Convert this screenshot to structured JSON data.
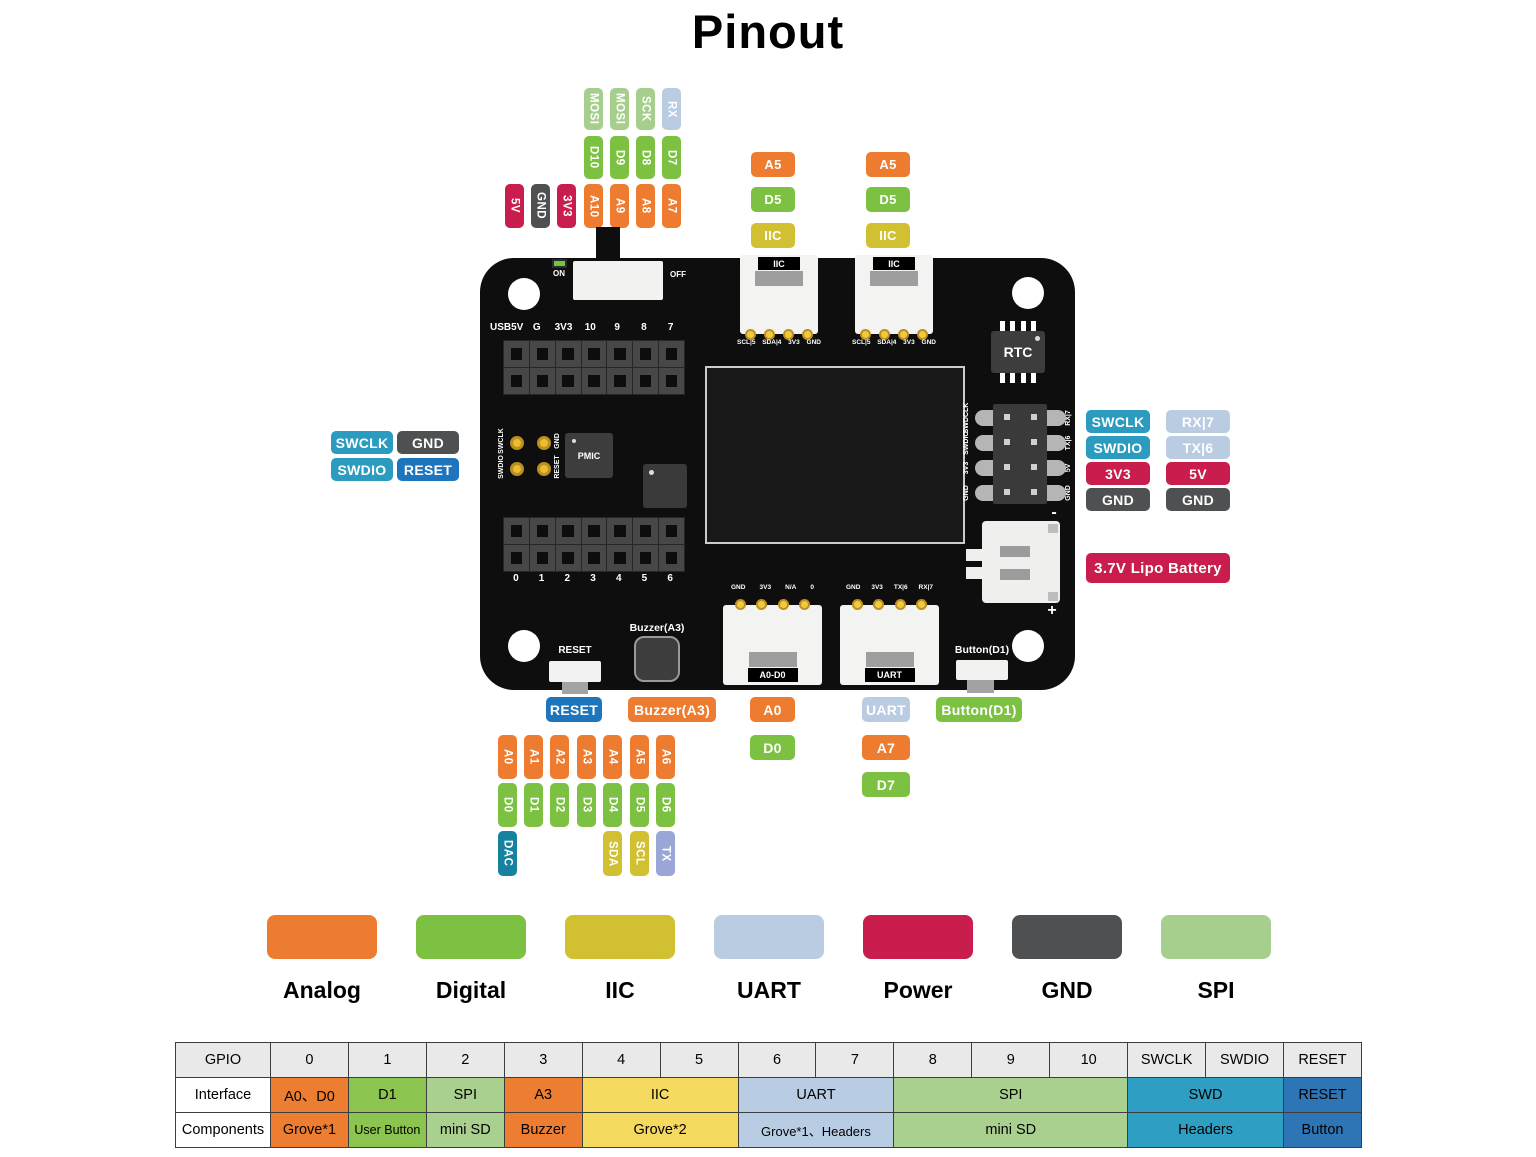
{
  "title": "Pinout",
  "colors": {
    "analog": "#ED7C31",
    "digital": "#7CC142",
    "iic": "#D2C033",
    "uart": "#B9CCE2",
    "power": "#C91D4D",
    "gnd": "#4F5051",
    "spi": "#A6CF8E",
    "swd": "#2B9CBF",
    "reset": "#1D76BD",
    "dac": "#16829F",
    "tx": "#9AA6D6",
    "board": "#0E0E0E",
    "table_orange": "#ED7D31",
    "table_green": "#8BC550",
    "table_lightgreen": "#A9D08E",
    "table_yellow": "#F6DA60",
    "table_blue": "#B8CCE4",
    "table_teal": "#2E9FC2",
    "table_navy": "#2E75B6",
    "table_header": "#E9E9E9"
  },
  "top_pins": {
    "row1": [
      "MOSI",
      "MOSI",
      "SCK",
      "RX"
    ],
    "row2": [
      "D10",
      "D9",
      "D8",
      "D7"
    ],
    "row3": [
      "5V",
      "GND",
      "3V3",
      "A10",
      "A9",
      "A8",
      "A7"
    ]
  },
  "iic_stack": {
    "a5": "A5",
    "d5": "D5",
    "iic": "IIC"
  },
  "board": {
    "switch_on": "ON",
    "switch_off": "OFF",
    "header_top_labels": [
      "USB5V",
      "G",
      "3V3",
      "10",
      "9",
      "8",
      "7"
    ],
    "header_bottom_labels": [
      "0",
      "1",
      "2",
      "3",
      "4",
      "5",
      "6"
    ],
    "swd_pad_labels": [
      "SWCLK",
      "GND",
      "SWDIO",
      "RESET"
    ],
    "pmic": "PMIC",
    "rtc": "RTC",
    "iic_connector_label": "IIC",
    "iic_pin_labels": [
      "SCL|5",
      "SDA|4",
      "3V3",
      "GND"
    ],
    "a0_connector": {
      "label": "A0-D0",
      "pins": [
        "GND",
        "3V3",
        "N/A",
        "0"
      ]
    },
    "uart_connector": {
      "label": "UART",
      "pins": [
        "GND",
        "3V3",
        "TX|6",
        "RX|7"
      ]
    },
    "right_header": {
      "left": [
        "SWDCLK",
        "SWDIO",
        "3V3",
        "GND"
      ],
      "right": [
        "RX|7",
        "TX|6",
        "5V",
        "GND"
      ]
    },
    "reset_label": "RESET",
    "buzzer_label": "Buzzer(A3)",
    "button_label": "Button(D1)",
    "battery_minus": "-",
    "battery_plus": "+"
  },
  "left_pills": [
    "SWCLK",
    "GND",
    "SWDIO",
    "RESET"
  ],
  "right_pills": [
    "SWCLK",
    "RX|7",
    "SWDIO",
    "TX|6",
    "3V3",
    "5V",
    "GND",
    "GND"
  ],
  "battery_pill": "3.7V Lipo Battery",
  "bottom_pills": {
    "reset": "RESET",
    "buzzer": "Buzzer(A3)",
    "a0": "A0",
    "d0": "D0",
    "uart": "UART",
    "a7": "A7",
    "d7": "D7",
    "button": "Button(D1)"
  },
  "bottom_pins": {
    "row1": [
      "A0",
      "A1",
      "A2",
      "A3",
      "A4",
      "A5",
      "A6"
    ],
    "row2": [
      "D0",
      "D1",
      "D2",
      "D3",
      "D4",
      "D5",
      "D6"
    ],
    "row3": [
      "DAC",
      "SDA",
      "SCL",
      "TX"
    ]
  },
  "legend": [
    {
      "label": "Analog",
      "color": "#ED7C31"
    },
    {
      "label": "Digital",
      "color": "#7CC142"
    },
    {
      "label": "IIC",
      "color": "#D2C033"
    },
    {
      "label": "UART",
      "color": "#B9CCE2"
    },
    {
      "label": "Power",
      "color": "#C91D4D"
    },
    {
      "label": "GND",
      "color": "#4F5051"
    },
    {
      "label": "SPI",
      "color": "#A6CF8E"
    }
  ],
  "table": {
    "header": [
      "GPIO",
      "0",
      "1",
      "2",
      "3",
      "4",
      "5",
      "6",
      "7",
      "8",
      "9",
      "10",
      "SWCLK",
      "SWDIO",
      "RESET"
    ],
    "interface": [
      "Interface",
      "A0、D0",
      "D1",
      "SPI",
      "A3",
      "IIC",
      "UART",
      "SPI",
      "SWD",
      "RESET"
    ],
    "components": [
      "Components",
      "Grove*1",
      "User Button",
      "mini SD",
      "Buzzer",
      "Grove*2",
      "Grove*1、Headers",
      "mini SD",
      "Headers",
      "Button"
    ]
  }
}
